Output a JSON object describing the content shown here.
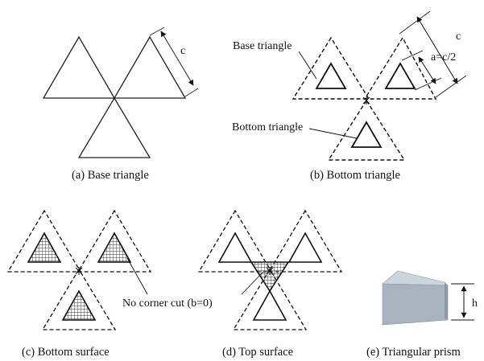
{
  "panels": {
    "a": {
      "caption": "(a) Base triangle",
      "dimension": "c"
    },
    "b": {
      "caption": "(b) Bottom triangle",
      "base_label": "Base triangle",
      "bottom_label": "Bottom triangle",
      "outer_dimension": "c",
      "inner_dimension": "a=c/2"
    },
    "c": {
      "caption": "(c) Bottom surface",
      "note": "No corner cut (b=0)"
    },
    "d": {
      "caption": "(d) Top surface"
    },
    "e": {
      "caption": "(e) Triangular prism",
      "dimension": "h"
    }
  },
  "colors": {
    "line": "#111111",
    "hatch": "#333333",
    "prism_front": "#a9b3bd",
    "prism_side": "#8e99a4",
    "prism_top": "#cdd4da"
  }
}
